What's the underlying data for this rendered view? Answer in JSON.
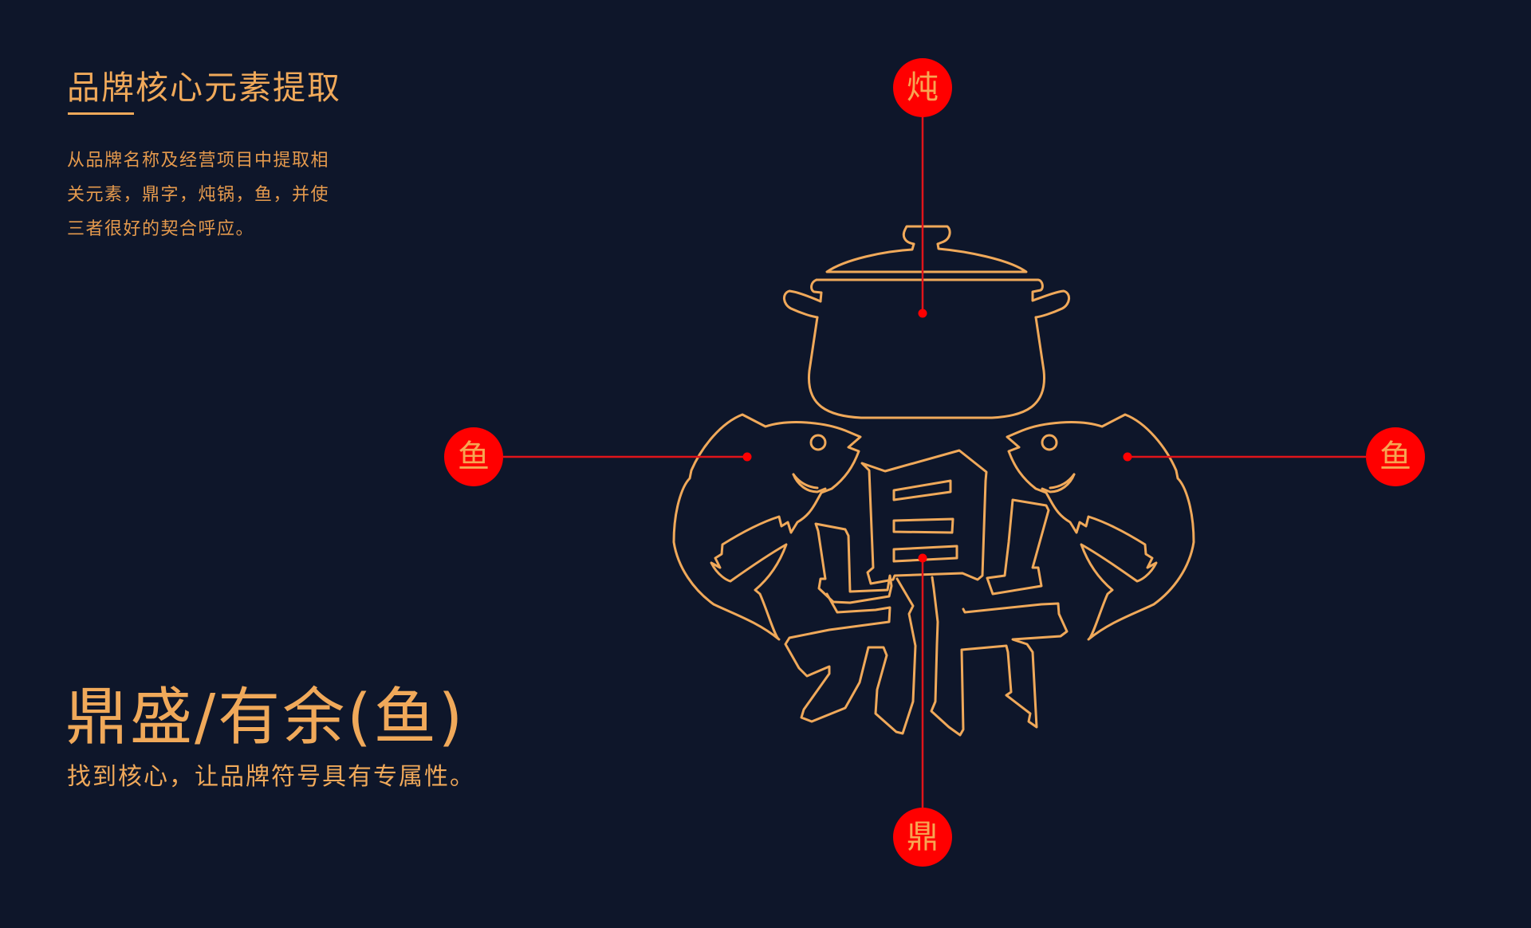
{
  "section": {
    "title": "品牌核心元素提取",
    "description_lines": [
      "从品牌名称及经营项目中提取相",
      "关元素，鼎字，炖锅，鱼，并使",
      "三者很好的契合呼应。"
    ]
  },
  "headline": {
    "main": "鼎盛/有余(鱼)",
    "sub": "找到核心，让品牌符号具有专属性。"
  },
  "callouts": {
    "top": {
      "label": "炖",
      "target": "stew-pot"
    },
    "left": {
      "label": "鱼",
      "target": "left-fish"
    },
    "right": {
      "label": "鱼",
      "target": "right-fish"
    },
    "bottom": {
      "label": "鼎",
      "target": "ding-character"
    }
  },
  "colors": {
    "background": "#0e162a",
    "accent_gold": "#f0a95a",
    "callout_red": "#ff0000",
    "leader_line": "#e0141a"
  }
}
